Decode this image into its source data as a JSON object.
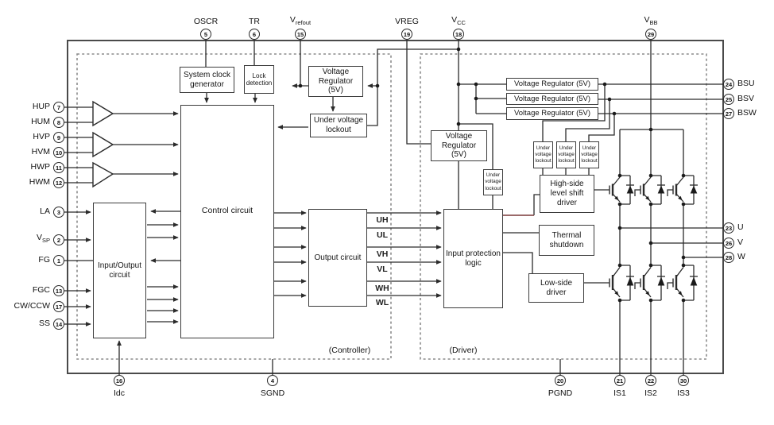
{
  "title": "Motor driver IC block diagram",
  "pins": {
    "top": [
      {
        "label": "OSCR",
        "sub": "",
        "num": "5"
      },
      {
        "label": "TR",
        "sub": "",
        "num": "6"
      },
      {
        "label": "V",
        "sub": "refout",
        "num": "15"
      },
      {
        "label": "VREG",
        "sub": "",
        "num": "19"
      },
      {
        "label": "V",
        "sub": "CC",
        "num": "18"
      },
      {
        "label": "V",
        "sub": "BB",
        "num": "29"
      }
    ],
    "left": [
      {
        "label": "HUP",
        "sub": "",
        "num": "7"
      },
      {
        "label": "HUM",
        "sub": "",
        "num": "8"
      },
      {
        "label": "HVP",
        "sub": "",
        "num": "9"
      },
      {
        "label": "HVM",
        "sub": "",
        "num": "10"
      },
      {
        "label": "HWP",
        "sub": "",
        "num": "11"
      },
      {
        "label": "HWM",
        "sub": "",
        "num": "12"
      },
      {
        "label": "LA",
        "sub": "",
        "num": "3"
      },
      {
        "label": "V",
        "sub": "SP",
        "num": "2"
      },
      {
        "label": "FG",
        "sub": "",
        "num": "1"
      },
      {
        "label": "FGC",
        "sub": "",
        "num": "13"
      },
      {
        "label": "CW/CCW",
        "sub": "",
        "num": "17"
      },
      {
        "label": "SS",
        "sub": "",
        "num": "14"
      }
    ],
    "right": [
      {
        "label": "BSU",
        "num": "24"
      },
      {
        "label": "BSV",
        "num": "25"
      },
      {
        "label": "BSW",
        "num": "27"
      },
      {
        "label": "U",
        "num": "23"
      },
      {
        "label": "V",
        "num": "26"
      },
      {
        "label": "W",
        "num": "28"
      }
    ],
    "bottom": [
      {
        "label": "Idc",
        "num": "16"
      },
      {
        "label": "SGND",
        "num": "4"
      },
      {
        "label": "PGND",
        "num": "20"
      },
      {
        "label": "IS1",
        "num": "21"
      },
      {
        "label": "IS2",
        "num": "22"
      },
      {
        "label": "IS3",
        "num": "30"
      }
    ]
  },
  "blocks": {
    "system_clock": "System clock\ngenerator",
    "lock_detection": "Lock\ndetection",
    "vreg": "Voltage\nRegulator\n(5V)",
    "uvl": "Under voltage\nlockout",
    "control": "Control circuit",
    "io": "Input/Output\ncircuit",
    "output": "Output circuit",
    "vreg_bs": "Voltage Regulator (5V)",
    "uvl_small": "Under\nvoltage\nlockout",
    "highside": "High-side\nlevel shift\ndriver",
    "thermal": "Thermal\nshutdown",
    "lowside": "Low-side\ndriver"
  },
  "signals": [
    "UH",
    "UL",
    "VH",
    "VL",
    "WH",
    "WL"
  ],
  "regions": {
    "controller": "(Controller)",
    "driver": "(Driver)"
  },
  "colors": {
    "wire": "#2b2b2b",
    "accent_wire": "#7a3939",
    "outer_border": "#4a4a4a",
    "dashed_border": "#8c8c8c"
  }
}
